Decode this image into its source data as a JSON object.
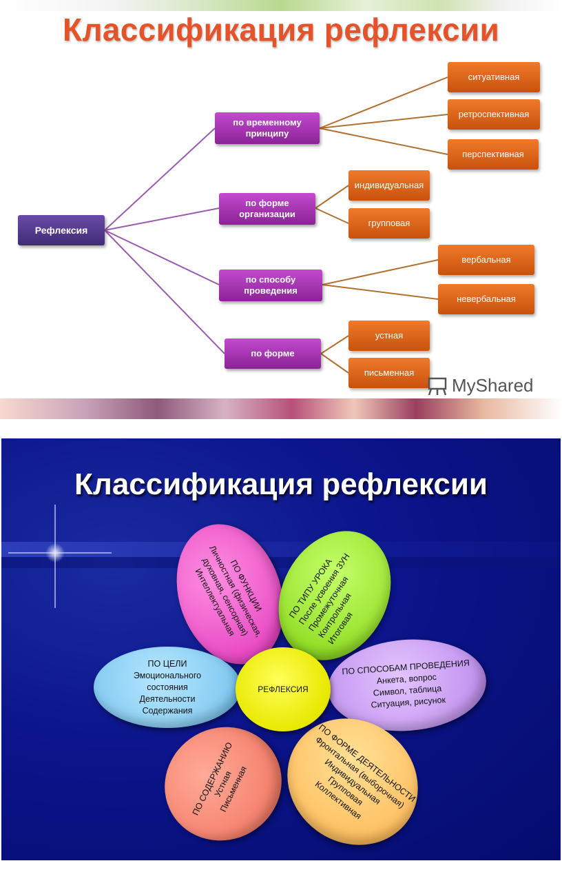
{
  "slide1": {
    "title": "Классификация рефлексии",
    "root": "Рефлексия",
    "branches": [
      {
        "label_lines": [
          "по временному",
          "принципу"
        ],
        "leaves": [
          "ситуативная",
          "ретроспективная",
          "перспективная"
        ]
      },
      {
        "label_lines": [
          "по форме",
          "организации"
        ],
        "leaves": [
          "индивидуальная",
          "групповая"
        ]
      },
      {
        "label_lines": [
          "по способу",
          "проведения"
        ],
        "leaves": [
          "вербальная",
          "невербальная"
        ]
      },
      {
        "label_lines": [
          "по форме"
        ],
        "leaves": [
          "устная",
          "письменная"
        ]
      }
    ],
    "watermark": "MyShared",
    "colors": {
      "title": "#e5532a",
      "root": "#4f3a8f",
      "mid": "#a535b0",
      "leaf": "#e06a1c",
      "line_root": "#9a5ab0",
      "line_leaf": "#b07030"
    }
  },
  "slide2": {
    "title": "Классификация рефлексии",
    "center": "РЕФЛЕКСИЯ",
    "petals": [
      {
        "id": "function",
        "color": "#f06ad0",
        "lines": [
          "ПО ФУНКЦИИ",
          "Личностная (физическая,",
          "духовная, сенсорная)",
          "Интеллектуальная"
        ]
      },
      {
        "id": "lesson-type",
        "color": "#9ee83a",
        "lines": [
          "ПО ТИПУ УРОКА",
          "После усвоения ЗУН",
          "Промежуточная",
          "Контрольная",
          "Итоговая"
        ]
      },
      {
        "id": "methods",
        "color": "#c99cf0",
        "lines": [
          "ПО СПОСОБАМ ПРОВЕДЕНИЯ",
          "Анкета, вопрос",
          "Символ, таблица",
          "Ситуация, рисунок"
        ]
      },
      {
        "id": "activity-form",
        "color": "#ffc76a",
        "lines": [
          "ПО ФОРМЕ ДЕЯТЕЛЬНОСТИ",
          "Фронтальная (выборочная)",
          "Индивидуальная",
          "Групповая",
          "Коллективная"
        ]
      },
      {
        "id": "content",
        "color": "#f58a78",
        "lines": [
          "ПО СОДЕРЖАНИЮ",
          "Устная",
          "Письменная"
        ]
      },
      {
        "id": "goal",
        "color": "#8fd0f5",
        "lines": [
          "ПО ЦЕЛИ",
          "Эмоционального",
          "состояния",
          "Деятельности",
          "Содержания"
        ]
      }
    ],
    "colors": {
      "background": "#0b148a",
      "center": "#f2f200"
    }
  }
}
